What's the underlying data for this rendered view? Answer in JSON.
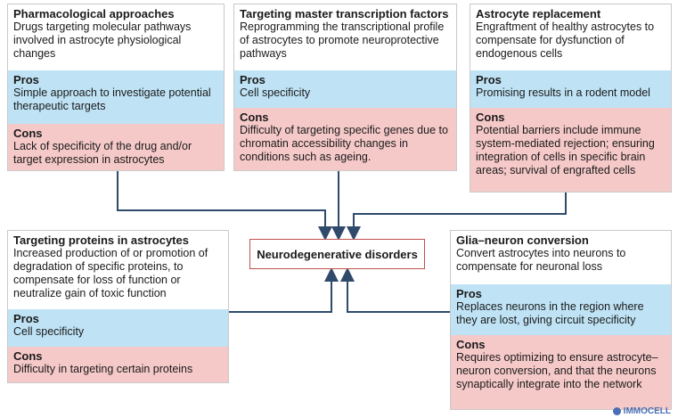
{
  "cards": {
    "pharmacological": {
      "title": "Pharmacological approaches",
      "desc": "Drugs targeting molecular pathways involved in astrocyte physiological changes",
      "pros_label": "Pros",
      "pros": "Simple approach to investigate potential therapeutic targets",
      "cons_label": "Cons",
      "cons": "Lack of specificity of the drug and/or target expression in astrocytes"
    },
    "transcription": {
      "title": "Targeting master transcription factors",
      "desc": "Reprogramming the transcriptional profile of astrocytes to promote neuroprotective pathways",
      "pros_label": "Pros",
      "pros": "Cell specificity",
      "cons_label": "Cons",
      "cons": "Difficulty of targeting specific genes due to chromatin accessibility changes in conditions such as ageing."
    },
    "replacement": {
      "title": "Astrocyte replacement",
      "desc": "Engraftment of healthy astrocytes to compensate for dysfunction of endogenous cells",
      "pros_label": "Pros",
      "pros": "Promising results in a rodent model",
      "cons_label": "Cons",
      "cons": "Potential barriers include immune system-mediated rejection; ensuring integration of cells in specific brain areas; survival of engrafted cells"
    },
    "proteins": {
      "title": "Targeting proteins in astrocytes",
      "desc": "Increased production of or promotion of degradation of specific proteins, to compensate for loss of function or neutralize gain of toxic function",
      "pros_label": "Pros",
      "pros": "Cell specificity",
      "cons_label": "Cons",
      "cons": "Difficulty in targeting certain proteins"
    },
    "conversion": {
      "title": "Glia–neuron conversion",
      "desc": "Convert astrocytes into neurons to compensate for neuronal loss",
      "pros_label": "Pros",
      "pros": "Replaces neurons in the region where they are lost, giving circuit specificity",
      "cons_label": "Cons",
      "cons": "Requires optimizing to ensure astrocyte–neuron conversion, and that the neurons synaptically integrate into the network"
    }
  },
  "center_label": "Neurodegenerative disorders",
  "watermark": "IMMOCELL",
  "colors": {
    "pros_bg": "#bfe3f5",
    "cons_bg": "#f6c9c9",
    "arrow": "#2f4a6b",
    "center_border": "#c0504d"
  }
}
